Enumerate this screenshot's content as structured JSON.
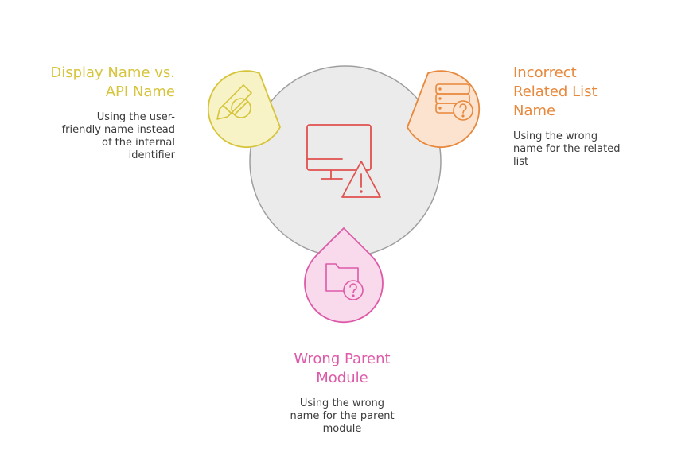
{
  "items": {
    "display_name": {
      "title": "Display Name vs.\nAPI Name",
      "description": "Using the user-\nfriendly name instead\nof the internal\nidentifier",
      "icon": "pencil-prohibited-icon",
      "color": "#d6c43a",
      "fill": "#f7f3c6"
    },
    "related_list": {
      "title": "Incorrect\nRelated List\nName",
      "description": "Using the wrong\nname for the related\nlist",
      "icon": "server-question-icon",
      "color": "#e8883c",
      "fill": "#fbe3d0"
    },
    "parent_module": {
      "title": "Wrong Parent\nModule",
      "description": "Using the wrong\nname for the parent\nmodule",
      "icon": "folder-question-icon",
      "color": "#dd5aa8",
      "fill": "#f9d9ec"
    }
  },
  "center": {
    "icon": "monitor-warning-icon",
    "color": "#e0524f",
    "fill": "#ebebeb"
  }
}
